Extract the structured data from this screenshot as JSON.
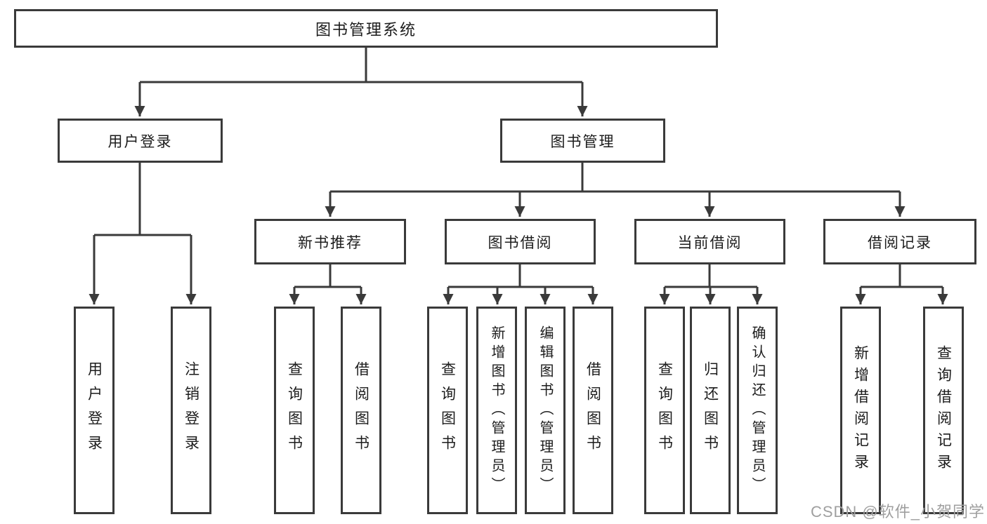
{
  "tree": {
    "label": "图书管理系统",
    "children": [
      {
        "label": "用户登录",
        "children": [
          {
            "label": "用户登录"
          },
          {
            "label": "注销登录"
          }
        ]
      },
      {
        "label": "图书管理",
        "children": [
          {
            "label": "新书推荐",
            "children": [
              {
                "label": "查询图书"
              },
              {
                "label": "借阅图书"
              }
            ]
          },
          {
            "label": "图书借阅",
            "children": [
              {
                "label": "查询图书"
              },
              {
                "label": "新增图书（管理员）"
              },
              {
                "label": "编辑图书（管理员）"
              },
              {
                "label": "借阅图书"
              }
            ]
          },
          {
            "label": "当前借阅",
            "children": [
              {
                "label": "查询图书"
              },
              {
                "label": "归还图书"
              },
              {
                "label": "确认归还（管理员）"
              }
            ]
          },
          {
            "label": "借阅记录",
            "children": [
              {
                "label": "新增借阅记录"
              },
              {
                "label": "查询借阅记录"
              }
            ]
          }
        ]
      }
    ]
  },
  "watermark": "CSDN @软件_小贺同学",
  "colors": {
    "line": "#3a3a3a",
    "text": "#1c1c1c",
    "watermark": "#9f9f9f",
    "background": "#ffffff"
  }
}
